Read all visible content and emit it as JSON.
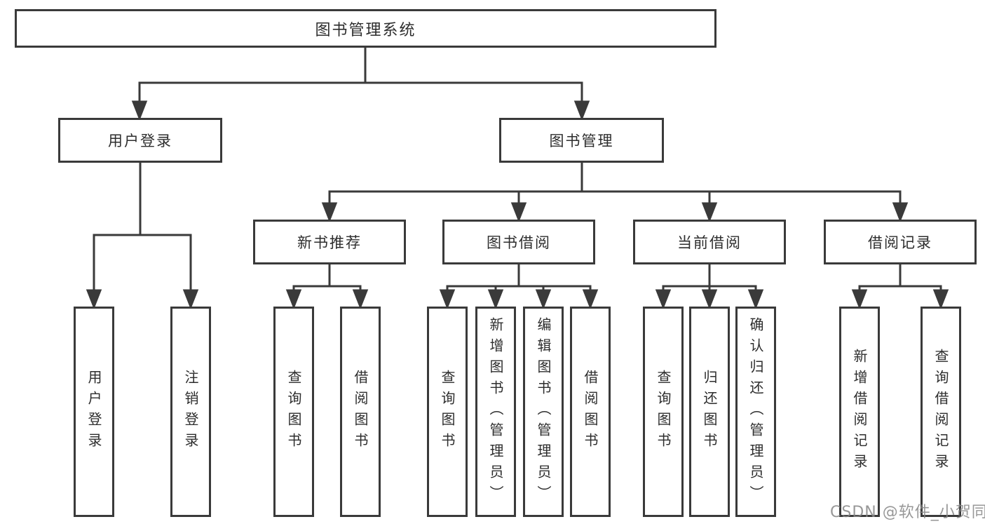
{
  "diagram": {
    "root": {
      "label": "图书管理系统"
    },
    "user_login": {
      "label": "用户登录",
      "children": {
        "login": "用户登录",
        "logout": "注销登录"
      }
    },
    "book_mgmt": {
      "label": "图书管理"
    },
    "modules": {
      "new_books": {
        "label": "新书推荐",
        "children": {
          "query": "查询图书",
          "borrow": "借阅图书"
        }
      },
      "borrowing": {
        "label": "图书借阅",
        "children": {
          "query": "查询图书",
          "add": "新增图书（管理员）",
          "edit": "编辑图书（管理员）",
          "borrow": "借阅图书"
        }
      },
      "current": {
        "label": "当前借阅",
        "children": {
          "query": "查询图书",
          "return": "归还图书",
          "confirm": "确认归还（管理员）"
        }
      },
      "records": {
        "label": "借阅记录",
        "children": {
          "add": "新增借阅记录",
          "query": "查询借阅记录"
        }
      }
    }
  },
  "watermark": {
    "text": "CSDN @软件_小贺同学"
  },
  "colors": {
    "line": "#3a3a3a",
    "text": "#2d2d2d",
    "watermark": "#868686",
    "background": "#ffffff"
  }
}
